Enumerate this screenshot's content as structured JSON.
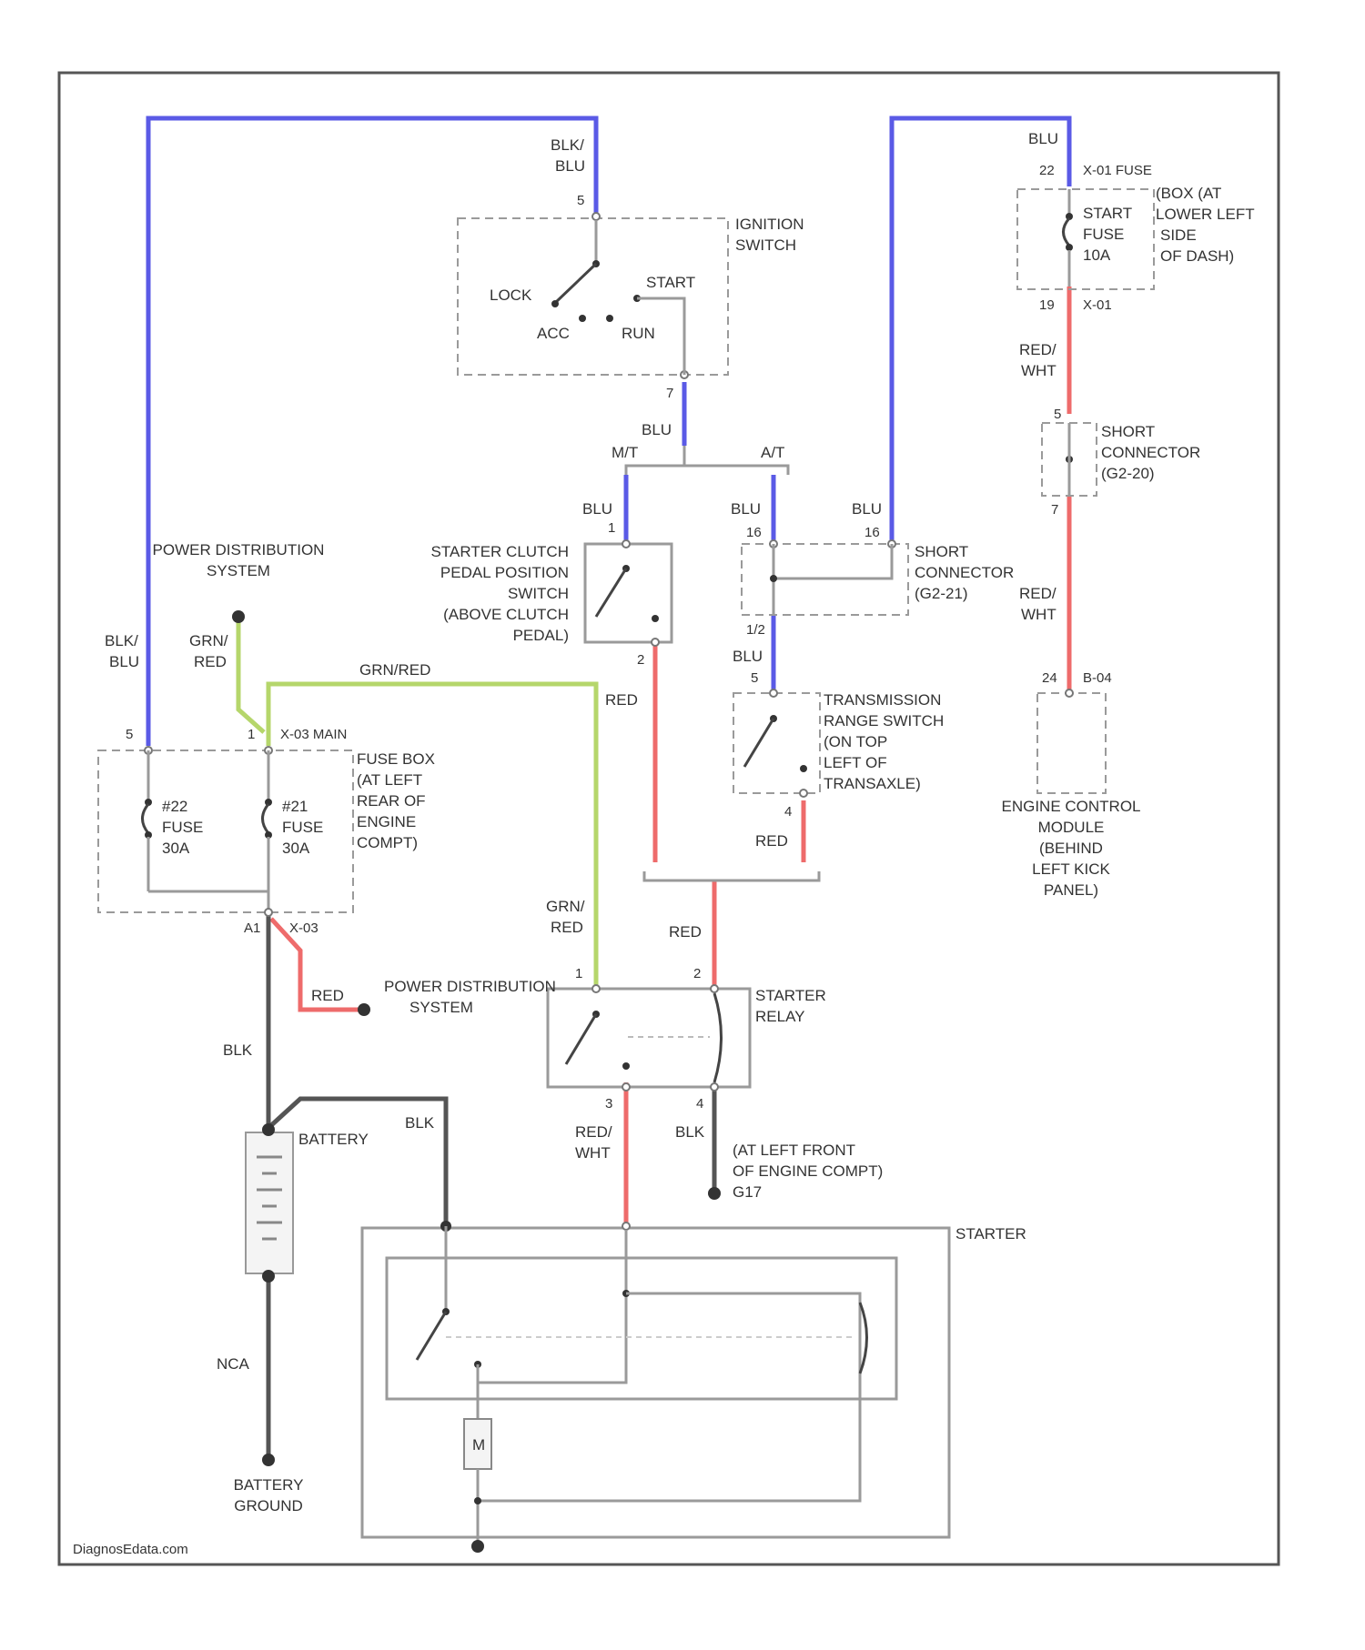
{
  "colors": {
    "blu": "#5a5ae6",
    "red": "#ee6b6b",
    "grn": "#b5d66b",
    "blk": "#555555",
    "frame": "#9a9a9a"
  },
  "ignition_switch": {
    "title_1": "IGNITION",
    "title_2": "SWITCH",
    "pos_lock": "LOCK",
    "pos_acc": "ACC",
    "pos_run": "RUN",
    "pos_start": "START",
    "pin_top": "5",
    "pin_bottom": "7"
  },
  "wire_labels": {
    "blk_blu_1": "BLK/",
    "blk_blu_2": "BLU",
    "blu_ign_out": "BLU",
    "mt": "M/T",
    "at": "A/T",
    "blu_mt": "BLU",
    "blu_at": "BLU",
    "blu_conn": "BLU",
    "blu_top_right": "BLU",
    "blk_blu_left_1": "BLK/",
    "blk_blu_left_2": "BLU",
    "grn_red_1": "GRN/",
    "grn_red_2": "RED",
    "grn_red_mid": "GRN/RED",
    "red_clutch": "RED",
    "red_range": "RED",
    "red_relay": "RED",
    "grn_red_relay_1": "GRN/",
    "grn_red_relay_2": "RED",
    "red_pdc": "RED",
    "blk_batt": "BLK",
    "blk_batt_starter": "BLK",
    "red_wht_1": "RED/",
    "red_wht_2": "WHT",
    "blk_ground": "BLK",
    "red_wht_r1_1": "RED/",
    "red_wht_r1_2": "WHT",
    "red_wht_r2_1": "RED/",
    "red_wht_r2_2": "WHT",
    "nca": "NCA"
  },
  "fuse_box_dash": {
    "pin_top": "22",
    "conn_top": "X-01 FUSE",
    "title_1": "(BOX (AT",
    "title_2": "LOWER LEFT",
    "title_3": "SIDE",
    "title_4": "OF DASH)",
    "fuse_1": "START",
    "fuse_2": "FUSE",
    "fuse_3": "10A",
    "pin_bottom": "19",
    "conn_bottom": "X-01"
  },
  "short_connector_right": {
    "pin_top": "5",
    "title_1": "SHORT",
    "title_2": "CONNECTOR",
    "title_3": "(G2-20)",
    "pin_bottom": "7"
  },
  "clutch_switch": {
    "pin_top": "1",
    "pin_bottom": "2",
    "title_1": "STARTER CLUTCH",
    "title_2": "PEDAL POSITION",
    "title_3": "SWITCH",
    "title_4": "(ABOVE CLUTCH",
    "title_5": "PEDAL)"
  },
  "short_connector_mid": {
    "pin_left_top": "16",
    "pin_right_top": "16",
    "pin_bottom": "1/2",
    "title_1": "SHORT",
    "title_2": "CONNECTOR",
    "title_3": "(G2-21)"
  },
  "range_switch": {
    "pin_top": "5",
    "pin_bottom": "4",
    "title_1": "TRANSMISSION",
    "title_2": "RANGE SWITCH",
    "title_3": "(ON TOP",
    "title_4": "LEFT OF",
    "title_5": "TRANSAXLE)"
  },
  "ecm": {
    "pin": "24",
    "conn": "B-04",
    "title_1": "ENGINE CONTROL",
    "title_2": "MODULE",
    "title_3": "(BEHIND",
    "title_4": "LEFT KICK",
    "title_5": "PANEL)"
  },
  "power_distribution_top": {
    "title_1": "POWER DISTRIBUTION",
    "title_2": "SYSTEM"
  },
  "fuse_box_engine": {
    "pin_left": "5",
    "pin_right": "1",
    "conn_top": "X-03 MAIN",
    "title_1": "FUSE BOX",
    "title_2": "(AT LEFT",
    "title_3": "REAR OF",
    "title_4": "ENGINE",
    "title_5": "COMPT)",
    "fuse_left_1": "#22",
    "fuse_left_2": "FUSE",
    "fuse_left_3": "30A",
    "fuse_right_1": "#21",
    "fuse_right_2": "FUSE",
    "fuse_right_3": "30A",
    "pin_bottom": "A1",
    "conn_bottom": "X-03"
  },
  "power_distribution_bottom": {
    "title_1": "POWER DISTRIBUTION",
    "title_2": "SYSTEM"
  },
  "starter_relay": {
    "pin_1": "1",
    "pin_2": "2",
    "pin_3": "3",
    "pin_4": "4",
    "title_1": "STARTER",
    "title_2": "RELAY"
  },
  "ground": {
    "text_1": "(AT LEFT FRONT",
    "text_2": "OF ENGINE COMPT)",
    "id": "G17"
  },
  "battery": {
    "title": "BATTERY",
    "ground_1": "BATTERY",
    "ground_2": "GROUND"
  },
  "starter": {
    "title": "STARTER",
    "motor": "M"
  },
  "footer": {
    "watermark": "DiagnosEdata.com"
  }
}
